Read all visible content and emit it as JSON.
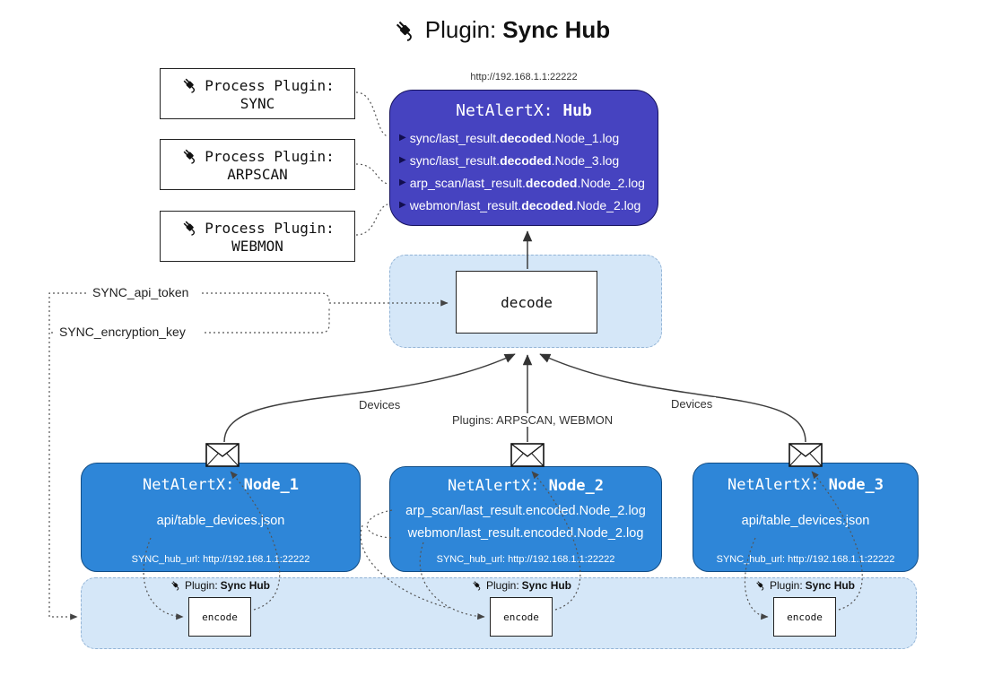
{
  "title": {
    "prefix": "Plugin:",
    "bold": "Sync Hub"
  },
  "process_plugins": [
    {
      "label": "Process Plugin:",
      "name": "SYNC"
    },
    {
      "label": "Process Plugin:",
      "name": "ARPSCAN"
    },
    {
      "label": "Process Plugin:",
      "name": "WEBMON"
    }
  ],
  "hub": {
    "url": "http://192.168.1.1:22222",
    "title_prefix": "NetAlertX:",
    "title_bold": "Hub",
    "items": [
      {
        "pre": "sync/last_result.",
        "bold": "decoded",
        "post": ".Node_1.log"
      },
      {
        "pre": "sync/last_result.",
        "bold": "decoded",
        "post": ".Node_3.log"
      },
      {
        "pre": "arp_scan/last_result.",
        "bold": "decoded",
        "post": ".Node_2.log"
      },
      {
        "pre": "webmon/last_result.",
        "bold": "decoded",
        "post": ".Node_2.log"
      }
    ]
  },
  "decode": {
    "label": "decode"
  },
  "tokens": {
    "api_token": "SYNC_api_token",
    "encryption_key": "SYNC_encryption_key"
  },
  "edge_labels": {
    "left": "Devices",
    "center": "Plugins: ARPSCAN, WEBMON",
    "right": "Devices"
  },
  "nodes": [
    {
      "title_prefix": "NetAlertX:",
      "title_bold": "Node_1",
      "files": [
        "api/table_devices.json"
      ],
      "footer": "SYNC_hub_url: http://192.168.1.1:22222"
    },
    {
      "title_prefix": "NetAlertX:",
      "title_bold": "Node_2",
      "files": [
        "arp_scan/last_result.encoded.Node_2.log",
        "webmon/last_result.encoded.Node_2.log"
      ],
      "footer": "SYNC_hub_url: http://192.168.1.1:22222"
    },
    {
      "title_prefix": "NetAlertX:",
      "title_bold": "Node_3",
      "files": [
        "api/table_devices.json"
      ],
      "footer": "SYNC_hub_url: http://192.168.1.1:22222"
    }
  ],
  "encode": {
    "plugin_prefix": "Plugin:",
    "plugin_bold": "Sync Hub",
    "label": "encode"
  },
  "colors": {
    "hub_fill": "#4643c0",
    "node_fill": "#2e86d8",
    "panel_fill": "#d5e7f8"
  }
}
